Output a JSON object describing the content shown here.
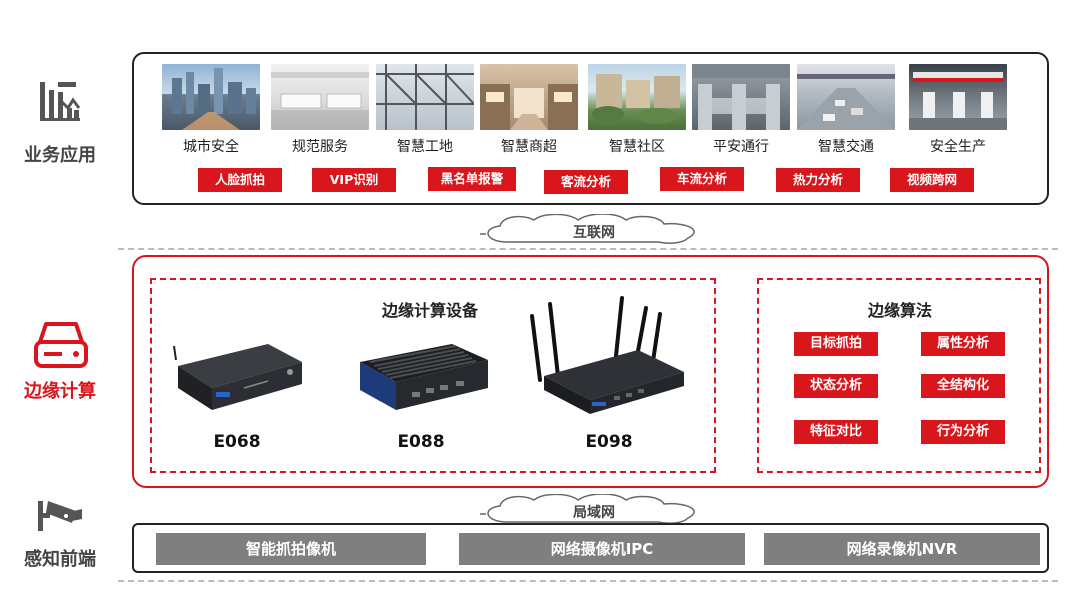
{
  "layers": {
    "business": "业务应用",
    "edge": "边缘计算",
    "perception": "感知前端"
  },
  "scenes": [
    {
      "label": "城市安全",
      "icon": "city-skyline-image"
    },
    {
      "label": "规范服务",
      "icon": "service-hall-image"
    },
    {
      "label": "智慧工地",
      "icon": "construction-site-image"
    },
    {
      "label": "智慧商超",
      "icon": "shopping-mall-image"
    },
    {
      "label": "智慧社区",
      "icon": "residential-community-image"
    },
    {
      "label": "平安通行",
      "icon": "turnstile-gate-image"
    },
    {
      "label": "智慧交通",
      "icon": "traffic-road-image"
    },
    {
      "label": "安全生产",
      "icon": "gas-station-image"
    }
  ],
  "tags": [
    "人脸抓拍",
    "VIP识别",
    "黑名单报警",
    "客流分析",
    "车流分析",
    "热力分析",
    "视频跨网"
  ],
  "networks": {
    "internet": "互联网",
    "lan": "局域网"
  },
  "edge": {
    "devices_title": "边缘计算设备",
    "devices": [
      {
        "label": "E068",
        "icon": "gateway-box-device"
      },
      {
        "label": "E088",
        "icon": "finned-box-device"
      },
      {
        "label": "E098",
        "icon": "antenna-router-device"
      }
    ],
    "algorithms_title": "边缘算法",
    "algorithms": [
      "目标抓拍",
      "属性分析",
      "状态分析",
      "全结构化",
      "特征对比",
      "行为分析"
    ]
  },
  "perception": [
    "智能抓拍像机",
    "网络摄像机IPC",
    "网络录像机NVR"
  ],
  "colors": {
    "accent_red": "#d9161c",
    "gray_bar": "#7f7f7f",
    "dark_outline": "#222222"
  }
}
